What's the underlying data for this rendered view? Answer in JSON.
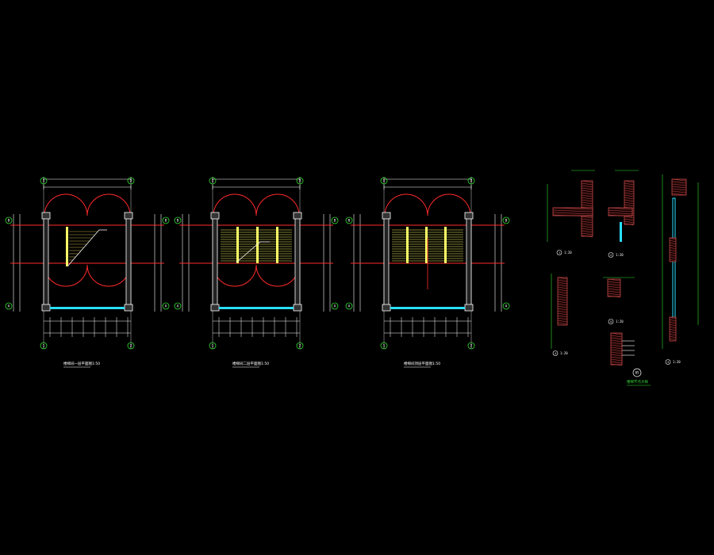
{
  "drawing": {
    "background": "#000000",
    "colors": {
      "dimension": "#ffffff",
      "axis_red": "#ff2a2a",
      "wall": "#ffffff",
      "stair_tread": "#ffff66",
      "stair_tread_dim": "#bfa54a",
      "window_cyan": "#29e0ff",
      "green": "#33dd33",
      "hatch": "#e05050",
      "label_white": "#ffffff"
    },
    "axis_bubbles": {
      "left_top": "B",
      "left_bottom": "A",
      "top": "1",
      "bottom": "2"
    },
    "plans": [
      {
        "id": "plan-1",
        "title": "楼梯间一层平面图",
        "scale": "1:50",
        "flights": 1
      },
      {
        "id": "plan-2",
        "title": "楼梯间二层平面图",
        "scale": "1:50",
        "flights": 2
      },
      {
        "id": "plan-3",
        "title": "楼梯间顶层平面图",
        "scale": "1:50",
        "flights": 3
      }
    ],
    "details": [
      {
        "id": "detail-1",
        "number": "1",
        "scale": "1:20"
      },
      {
        "id": "detail-2",
        "number": "2",
        "scale": "1:20"
      },
      {
        "id": "detail-3",
        "number": "3",
        "scale": "1:20"
      },
      {
        "id": "detail-4",
        "number": "4",
        "scale": "1:20"
      },
      {
        "id": "detail-5",
        "number": "5",
        "scale": "1:20"
      }
    ],
    "detail_caption": "楼梯节点大样",
    "detail_caption_number": "05"
  }
}
